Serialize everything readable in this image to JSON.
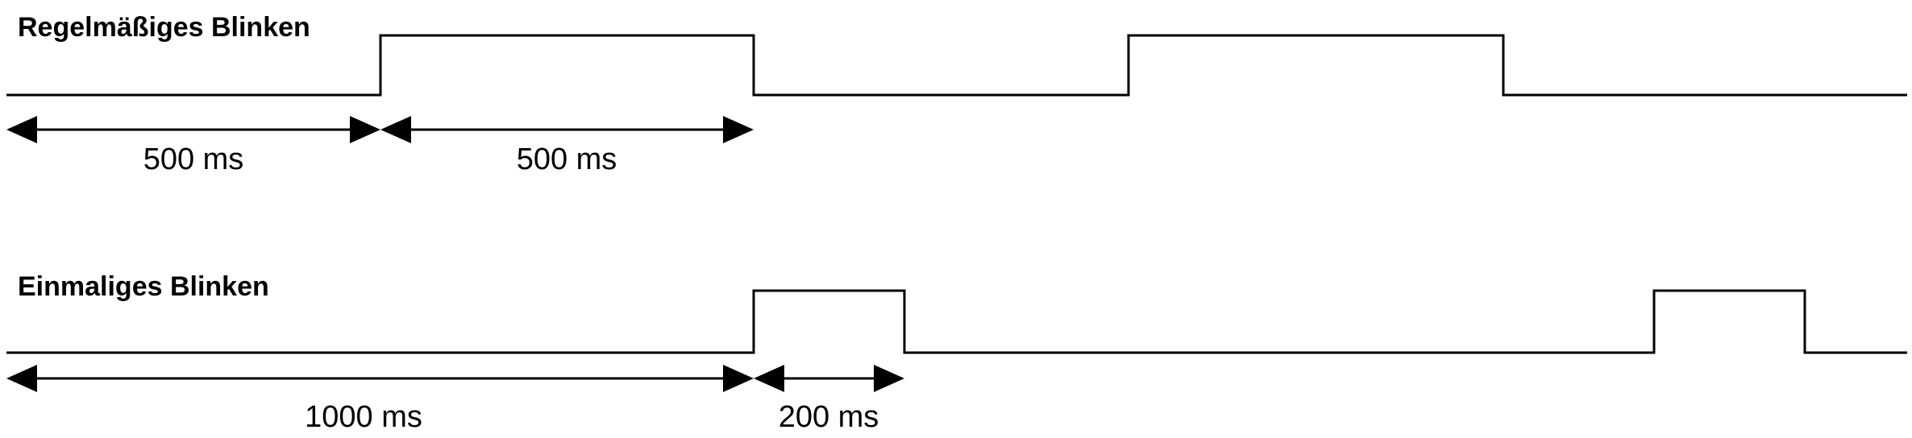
{
  "rows": [
    {
      "title": "Regelmäßiges Blinken",
      "dimensions": [
        {
          "label": "500 ms"
        },
        {
          "label": "500 ms"
        }
      ]
    },
    {
      "title": "Einmaliges Blinken",
      "dimensions": [
        {
          "label": "1000 ms"
        },
        {
          "label": "200 ms"
        }
      ]
    }
  ]
}
